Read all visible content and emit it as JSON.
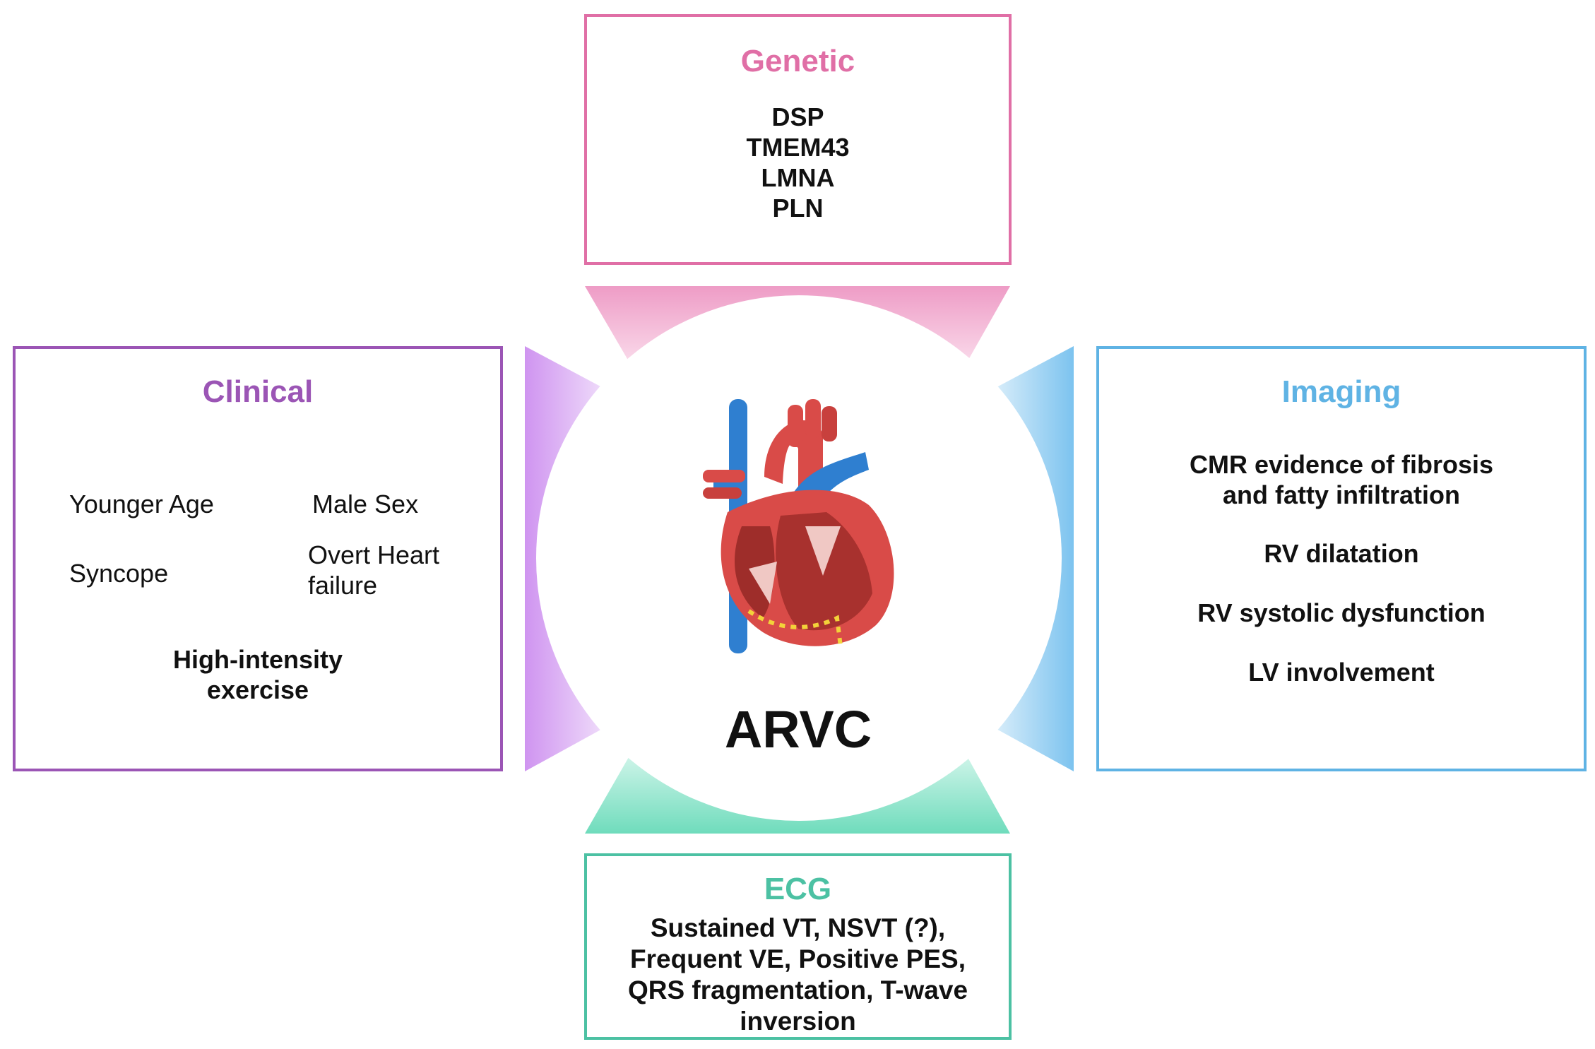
{
  "center": {
    "label": "ARVC"
  },
  "genetic": {
    "title": "Genetic",
    "items": [
      "DSP",
      "TMEM43",
      "LMNA",
      "PLN"
    ]
  },
  "clinical": {
    "title": "Clinical",
    "items": [
      "Younger Age",
      "Male Sex",
      "Syncope",
      "Overt Heart failure",
      "High-intensity exercise"
    ],
    "overt_lines": [
      "Overt Heart",
      "failure"
    ],
    "exercise_lines": [
      "High-intensity",
      "exercise"
    ]
  },
  "imaging": {
    "title": "Imaging",
    "items": [
      "CMR evidence of fibrosis and fatty infiltration",
      "RV dilatation",
      "RV systolic dysfunction",
      "LV involvement"
    ],
    "cmr_lines": [
      "CMR evidence of fibrosis",
      "and fatty infiltration"
    ]
  },
  "ecg": {
    "title": "ECG",
    "text": "Sustained VT, NSVT (?), Frequent VE, Positive PES, QRS fragmentation, T-wave inversion",
    "lines": [
      "Sustained VT, NSVT (?),",
      "Frequent VE, Positive PES,",
      "QRS fragmentation, T-wave",
      "inversion"
    ]
  },
  "colors": {
    "genetic": "#e06fa6",
    "clinical": "#9b55b5",
    "imaging": "#5fb3e4",
    "ecg": "#4cc1a3",
    "heart_red": "#d94b48",
    "vessel_blue": "#2f7fd0"
  },
  "icons": {
    "center_icon": "heart-anatomy-icon"
  }
}
